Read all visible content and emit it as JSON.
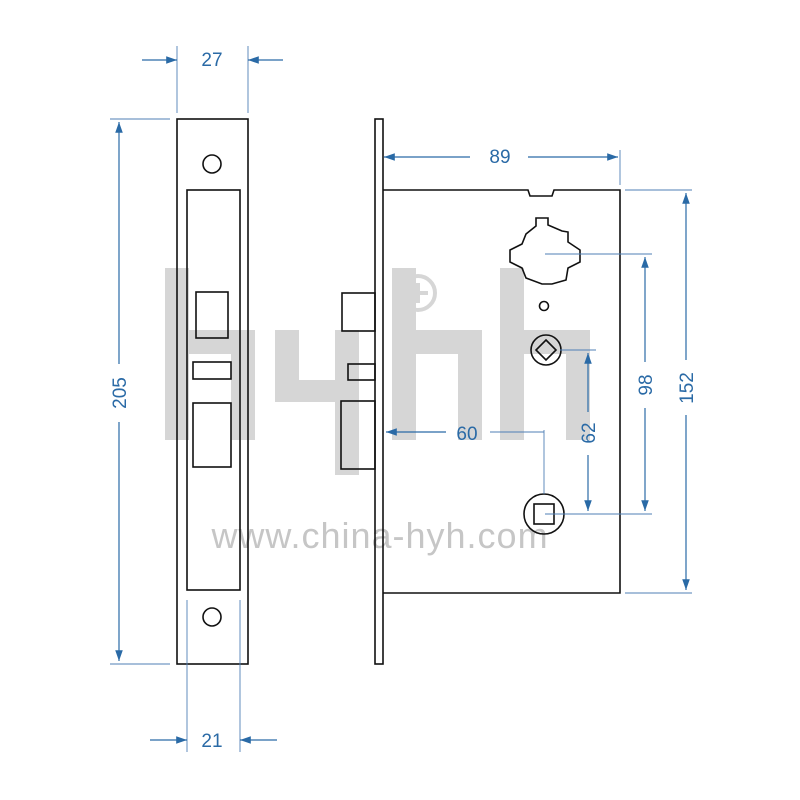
{
  "dimensions": {
    "front_width_top": "27",
    "front_width_bottom": "21",
    "front_height": "205",
    "backset": "89",
    "hub_to_cylinder": "98",
    "case_height": "152",
    "cylinder_offset": "60",
    "hub_to_spindle": "62"
  },
  "watermark": {
    "url": "www.china-hyh.com"
  },
  "colors": {
    "dimension": "#2a6aa6",
    "outline": "#111111",
    "watermark": "#c6c6c6"
  }
}
